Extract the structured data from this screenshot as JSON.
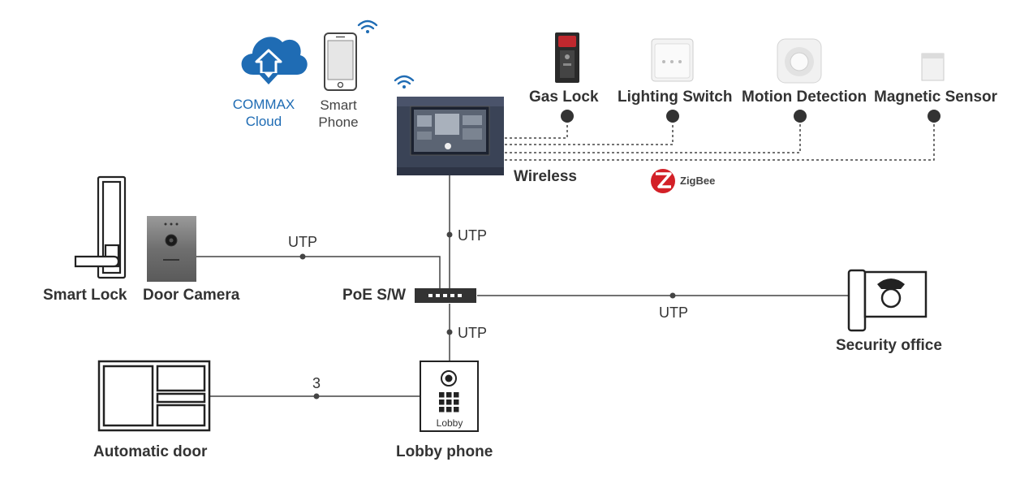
{
  "cloud": {
    "line1": "COMMAX",
    "line2": "Cloud"
  },
  "smartphone": {
    "line1": "Smart",
    "line2": "Phone"
  },
  "monitor": {
    "label": "Wireless"
  },
  "zigbee": {
    "label": "ZigBee"
  },
  "devices": [
    {
      "label": "Gas Lock"
    },
    {
      "label": "Lighting Switch"
    },
    {
      "label": "Motion Detection"
    },
    {
      "label": "Magnetic Sensor"
    }
  ],
  "connections": {
    "monitor_switch": "UTP",
    "camera_switch": "UTP",
    "switch_lobby": "UTP",
    "switch_security": "UTP",
    "door_lobby": "3"
  },
  "nodes": {
    "smart_lock": "Smart Lock",
    "door_camera": "Door Camera",
    "poe_switch": "PoE S/W",
    "security_office": "Security office",
    "automatic_door": "Automatic door",
    "lobby_phone": "Lobby phone",
    "lobby_panel_text": "Lobby"
  },
  "colors": {
    "cloud_blue": "#1f6cb4",
    "wifi_blue": "#1f6cb4",
    "zigbee_red": "#d32027",
    "line": "#444444"
  }
}
